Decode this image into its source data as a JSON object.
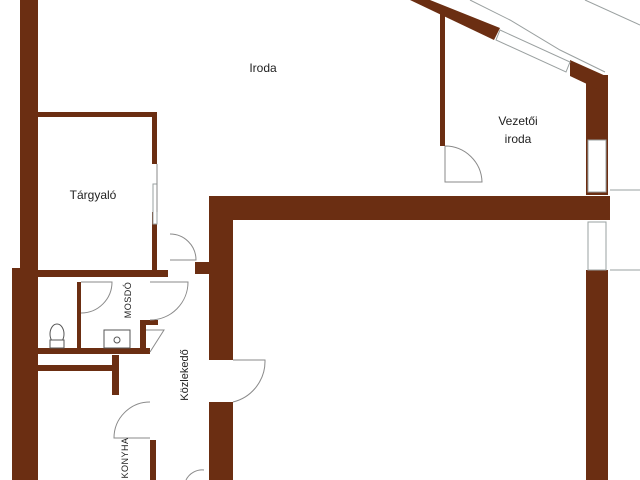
{
  "rooms": {
    "iroda": "Iroda",
    "vezetoi_line1": "Vezetői",
    "vezetoi_line2": "iroda",
    "targyalo": "Tárgyaló",
    "mosdo": "MOSDÓ",
    "kozlekedo": "Közlekedő",
    "konyha": "KONYHA"
  },
  "colors": {
    "wall": "#6b2e12",
    "door_arc": "#8a8a8a",
    "window_frame": "#9aa0a0"
  }
}
